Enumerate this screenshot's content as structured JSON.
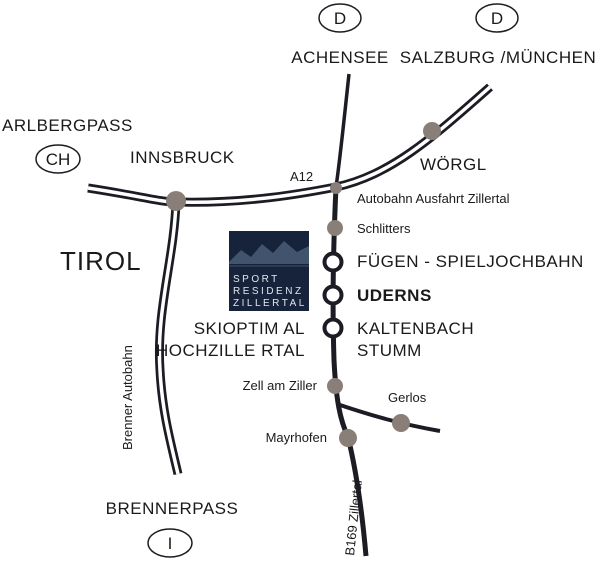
{
  "colors": {
    "road_dark": "#1c1c24",
    "stop_grey": "#8a7f78",
    "logo_bg": "#16233a"
  },
  "region": "TIROL",
  "directions": {
    "achensee": "ACHENSEE",
    "salzburg": "SALZBURG /MÜNCHEN",
    "arlberg": "ARLBERGPASS",
    "brenner": "BRENNERPASS"
  },
  "country_badges": {
    "d_left": "D",
    "d_right": "D",
    "ch": "CH",
    "i": "I"
  },
  "cities": {
    "innsbruck": "INNSBRUCK",
    "woergl": "WÖRGL"
  },
  "road_labels": {
    "a12": "A12",
    "brenner_autobahn": "Brenner Autobahn",
    "b169": "B169 Zillertal"
  },
  "places": {
    "exit": "Autobahn Ausfahrt Zillertal",
    "schlitters": "Schlitters",
    "fuegen": "FÜGEN - SPIELJOCHBAHN",
    "uderns": "UDERNS",
    "kaltenbach_1": "KALTENBACH",
    "kaltenbach_2": "STUMM",
    "skioptimal_1": "SKIOPTIM AL",
    "skioptimal_2": "HOCHZILLE RTAL",
    "zell": "Zell am Ziller",
    "gerlos": "Gerlos",
    "mayrhofen": "Mayrhofen"
  },
  "logo": {
    "line1": "SPORT",
    "line2": "RESIDENZ",
    "line3": "ZILLERTAL"
  }
}
